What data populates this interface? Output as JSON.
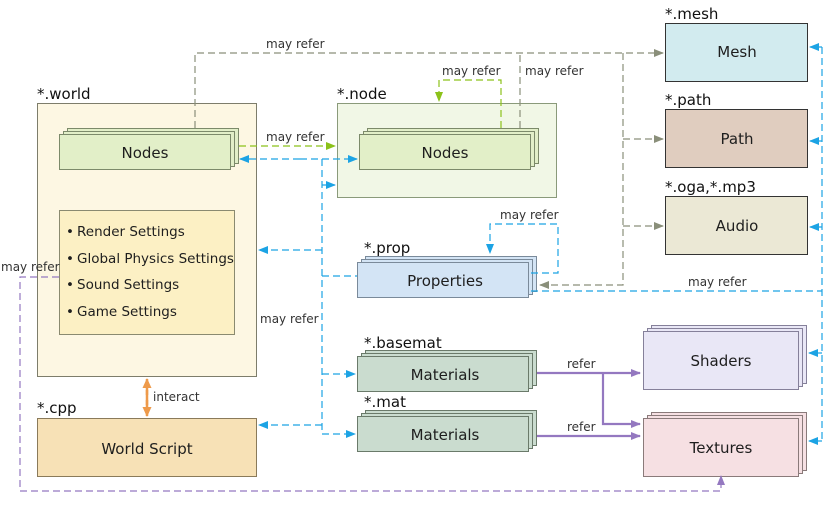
{
  "colors": {
    "world_fill": "#fdf7e3",
    "node_file_fill": "#f1f7e6",
    "nodes_fill": "#e2efc8",
    "settings_fill": "#fcf0c4",
    "script_fill": "#f7e1b6",
    "props_fill": "#d3e4f5",
    "materials_fill": "#cadccf",
    "mesh_fill": "#d2ebef",
    "path_fill": "#e0cdbf",
    "audio_fill": "#ebe8d5",
    "shaders_fill": "#e9e7f6",
    "textures_fill": "#f6e0e3",
    "gray_edge": "#8a8f7a",
    "blue_edge": "#1ca3e4",
    "green_edge": "#8cc21a",
    "purple_edge": "#9478c0",
    "orange_edge": "#ee9a4a"
  },
  "files": {
    "world": "*.world",
    "node": "*.node",
    "prop": "*.prop",
    "basemat": "*.basemat",
    "mat": "*.mat",
    "cpp": "*.cpp",
    "mesh": "*.mesh",
    "path": "*.path",
    "audio": "*.oga,*.mp3"
  },
  "boxes": {
    "world_nodes": "Nodes",
    "node_nodes": "Nodes",
    "properties": "Properties",
    "base_materials": "Materials",
    "materials": "Materials",
    "world_script": "World Script",
    "mesh": "Mesh",
    "path": "Path",
    "audio": "Audio",
    "shaders": "Shaders",
    "textures": "Textures"
  },
  "settings": [
    "Render Settings",
    "Global Physics Settings",
    "Sound Settings",
    "Game Settings"
  ],
  "bullet": "•",
  "edges": {
    "may_refer": "may refer",
    "refer": "refer",
    "interact": "interact"
  }
}
